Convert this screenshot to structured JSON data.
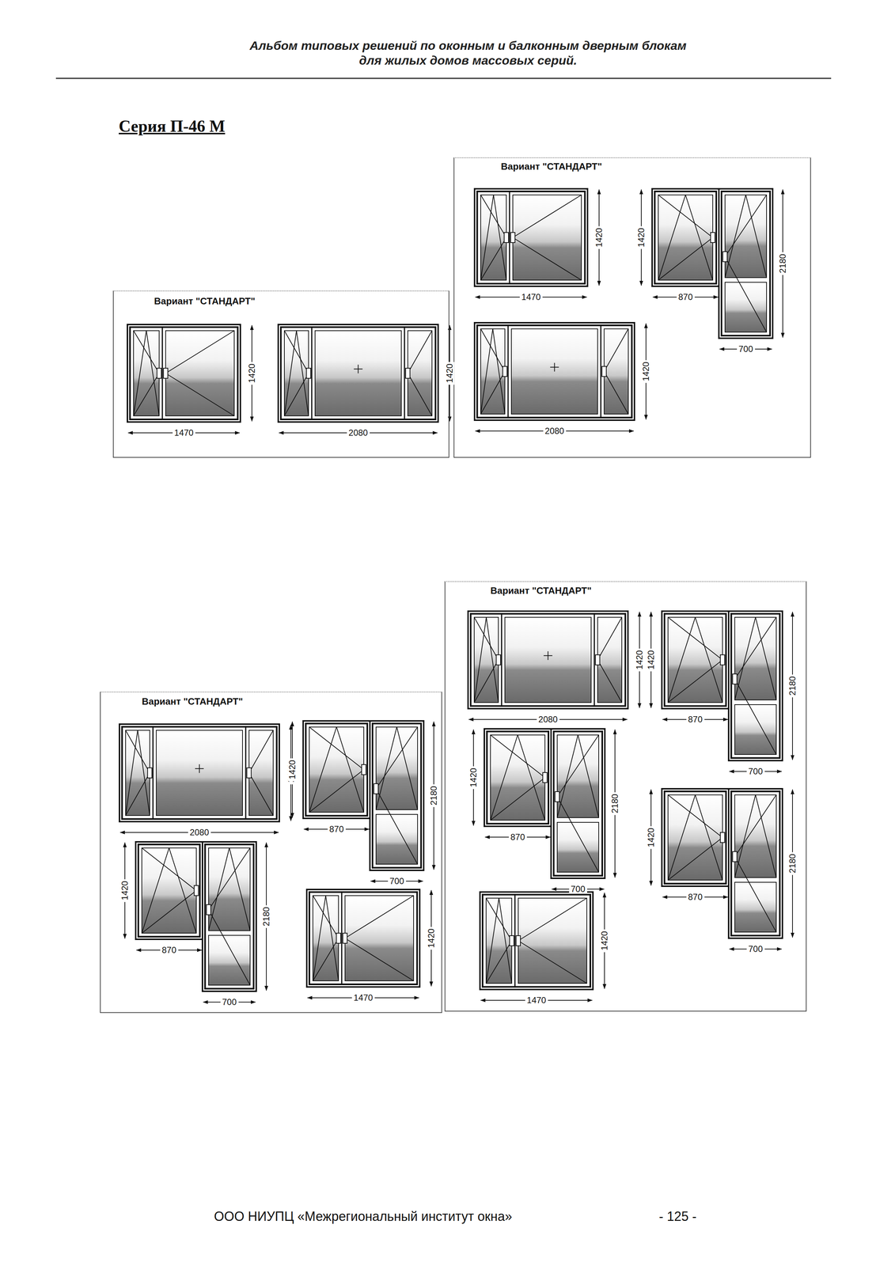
{
  "diagram": {
    "title": "Серия П-46 М",
    "nodes": [
      {
        "text": [
          "Вариант \"СТАНДАРТ\""
        ]
      },
      {
        "text": [
          "Вариант \"СТАНДАРТ\""
        ]
      },
      {
        "text": [
          "Вариант \"СТАНДАРТ\""
        ]
      },
      {
        "text": [
          "Вариант \"СТАНДАРТ\""
        ]
      }
    ],
    "labels": [
      "Альбом типовых решений по оконным и балконным дверным блокам",
      "для жилых домов массовых серий.",
      "1470",
      "1420",
      "2080",
      "1420",
      "1470",
      "1420",
      "1420",
      "2180",
      "870",
      "700",
      "2080",
      "1420",
      "2080",
      "1420",
      "1420",
      "2180",
      "870",
      "700",
      "1420",
      "2180",
      "870",
      "700",
      "1470",
      "1420",
      "2080",
      "1420",
      "1420",
      "2180",
      "870",
      "700",
      "1420",
      "2180",
      "870",
      "700",
      "1420",
      "2180",
      "870",
      "700",
      "1470",
      "1420",
      "ООО НИУПЦ «Межрегиональный институт окна»",
      "- 125 -"
    ]
  }
}
